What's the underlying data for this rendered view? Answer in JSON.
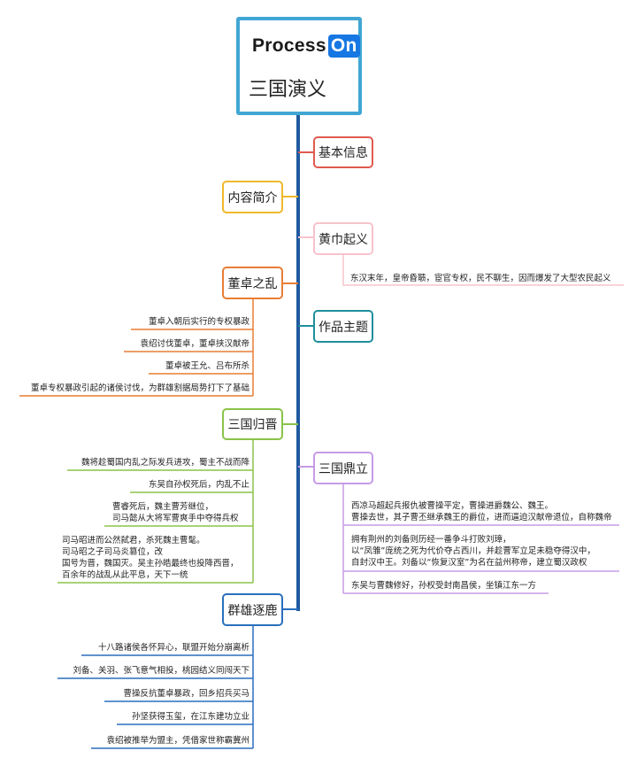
{
  "brand": {
    "name": "Process",
    "badge": "On"
  },
  "root": {
    "title": "三国演义"
  },
  "colors": {
    "root_border": "#41a6d4",
    "trunk": "#1f5a9f",
    "basic_info": "#e05a4e",
    "summary": "#f0b92a",
    "yellow_turban": "#f7c3cc",
    "dongzhuo": "#e87d34",
    "theme": "#1f8f9c",
    "jin": "#8bc34a",
    "three_kingdoms": "#c79be6",
    "warlords": "#2a6fbd"
  },
  "right_nodes": {
    "basic_info": "基本信息",
    "yellow_turban": "黄巾起义",
    "theme": "作品主题",
    "three_kingdoms": "三国鼎立"
  },
  "left_nodes": {
    "summary": "内容简介",
    "dongzhuo": "董卓之乱",
    "jin": "三国归晋",
    "warlords": "群雄逐鹿"
  },
  "yellow_turban_items": [
    "东汉末年，皇帝昏聩，宦官专权，民不聊生，因而爆发了大型农民起义"
  ],
  "dongzhuo_items": [
    "董卓入朝后实行的专权暴政",
    "袁绍讨伐董卓，董卓挟汉献帝",
    "董卓被王允、吕布所杀",
    "董卓专权暴政引起的诸侯讨伐，为群雄割据局势打下了基础"
  ],
  "jin_items": [
    "魏将趁蜀国内乱之际发兵进攻，蜀主不战而降",
    "东吴自孙权死后，内乱不止",
    [
      "曹睿死后，魏主曹芳继位，",
      "司马懿从大将军曹爽手中夺得兵权"
    ],
    [
      "司马昭进而公然弑君，杀死魏主曹髦。",
      "司马昭之子司马炎篡位，改",
      "国号为晋，魏国灭。吴主孙皓最终也投降西晋，",
      "百余年的战乱从此平息，天下一统"
    ]
  ],
  "three_kingdoms_items": [
    [
      "西凉马超起兵报仇被曹操平定，曹操进爵魏公、魏王。",
      "曹操去世，其子曹丕继承魏王的爵位，进而逼迫汉献帝退位，自称魏帝"
    ],
    [
      "拥有荆州的刘备则历经一番争斗打败刘璋，",
      "以“凤雏”庞统之死为代价夺占西川，并趁曹军立足未稳夺得汉中，",
      "自封汉中王。刘备以“恢复汉室”为名在益州称帝，建立蜀汉政权"
    ],
    [
      "东吴与曹魏修好，孙权受封南昌侯，坐镇江东一方"
    ]
  ],
  "warlords_items": [
    "十八路诸侯各怀异心，联盟开始分崩离析",
    "刘备、关羽、张飞意气相投，桃园结义同闯天下",
    "曹操反抗董卓暴政，回乡招兵买马",
    "孙坚获得玉玺，在江东建功立业",
    "袁绍被推举为盟主，凭借家世称霸冀州"
  ]
}
